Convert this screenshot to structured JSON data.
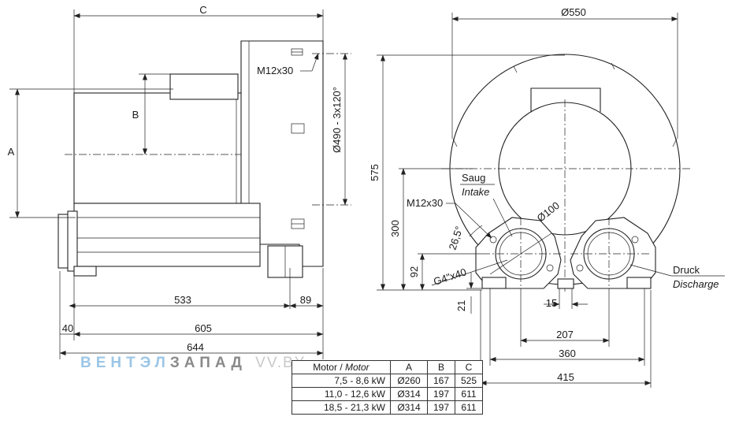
{
  "side_view": {
    "dim_c": "C",
    "dim_a": "A",
    "dim_b": "B",
    "thread_label": "M12x30",
    "angle_dim": "Ø490 - 3x120°",
    "dim_533": "533",
    "dim_89": "89",
    "dim_40": "40",
    "dim_605": "605",
    "dim_644": "644"
  },
  "front_view": {
    "dia_550": "Ø550",
    "height_575": "575",
    "height_300": "300",
    "height_92": "92",
    "dim_21": "21",
    "dim_15": "15",
    "dim_207": "207",
    "dim_360": "360",
    "dim_415": "415",
    "intake_de": "Saug",
    "intake_en": "Intake",
    "thread_label": "M12x30",
    "port_dia": "Ø100",
    "angle": "26,5°",
    "flange_thread": "G4\"x40",
    "discharge_de": "Druck",
    "discharge_en": "Discharge"
  },
  "watermark": {
    "part1": "ВЕНТЭЛ",
    "part2": "ЗАПАД",
    "part3": "VV.BY"
  },
  "spec_table": {
    "header_motor_de": "Motor",
    "header_sep": " / ",
    "header_motor_en": "Motor",
    "headers": [
      "A",
      "B",
      "C"
    ],
    "rows": [
      {
        "power": "7,5 -   8,6 kW",
        "a": "Ø260",
        "b": "167",
        "c": "525"
      },
      {
        "power": "11,0 - 12,6 kW",
        "a": "Ø314",
        "b": "197",
        "c": "611"
      },
      {
        "power": "18,5 - 21,3 kW",
        "a": "Ø314",
        "b": "197",
        "c": "611"
      }
    ]
  }
}
